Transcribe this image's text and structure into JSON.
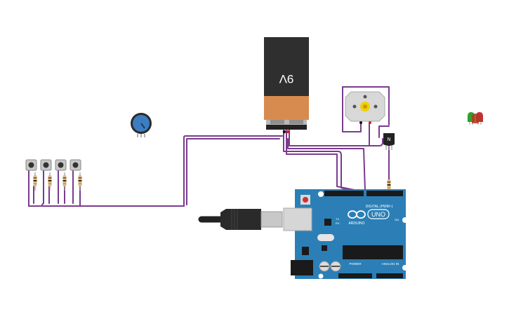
{
  "battery": {
    "label": "9V"
  },
  "arduino": {
    "brand": "ARDUINO",
    "model": "UNO",
    "digital_label": "DIGITAL (PWM~)",
    "power_label": "POWER",
    "analog_label": "ANALOG IN",
    "tx_label": "TX",
    "rx_label": "RX",
    "on_label": "ON"
  },
  "transistor": {
    "label": "N"
  },
  "buttons": {
    "count": 4
  },
  "colors": {
    "wire": "#7a3b8f",
    "board": "#2b7fb6",
    "battery_body": "#d88b4e",
    "battery_top": "#2f2f2f",
    "pot_knob": "#3c7dc2",
    "motor_body": "#d8d8d8"
  }
}
